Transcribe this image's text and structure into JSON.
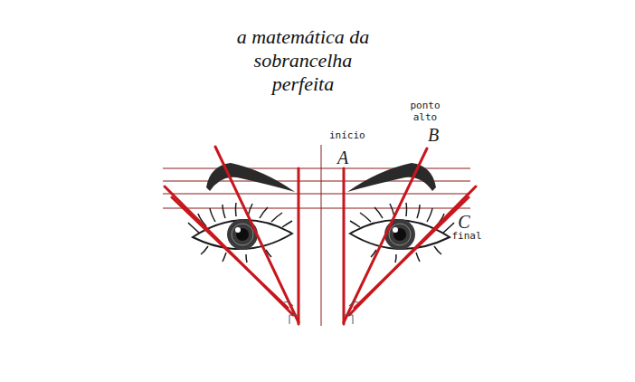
{
  "diagram": {
    "title": "a matemática da sobrancelha perfeita",
    "labels": [
      "início",
      "A",
      "ponto alto",
      "B",
      "C",
      "final"
    ]
  }
}
